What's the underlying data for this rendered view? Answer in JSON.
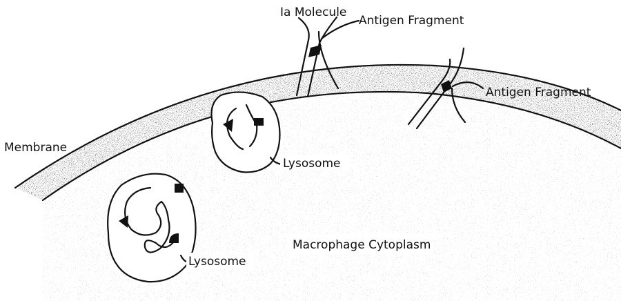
{
  "labels": {
    "ia_molecule": "Ia Molecule",
    "antigen_fragment_1": "Antigen Fragment",
    "antigen_fragment_2": "Antigen Fragment",
    "membrane": "Membrane",
    "lysosome_1": "Lysosome",
    "lysosome_2": "Lysosome",
    "cytoplasm": "Macrophage Cytoplasm"
  },
  "colors": {
    "ink": "#111111",
    "background": "#ffffff"
  }
}
